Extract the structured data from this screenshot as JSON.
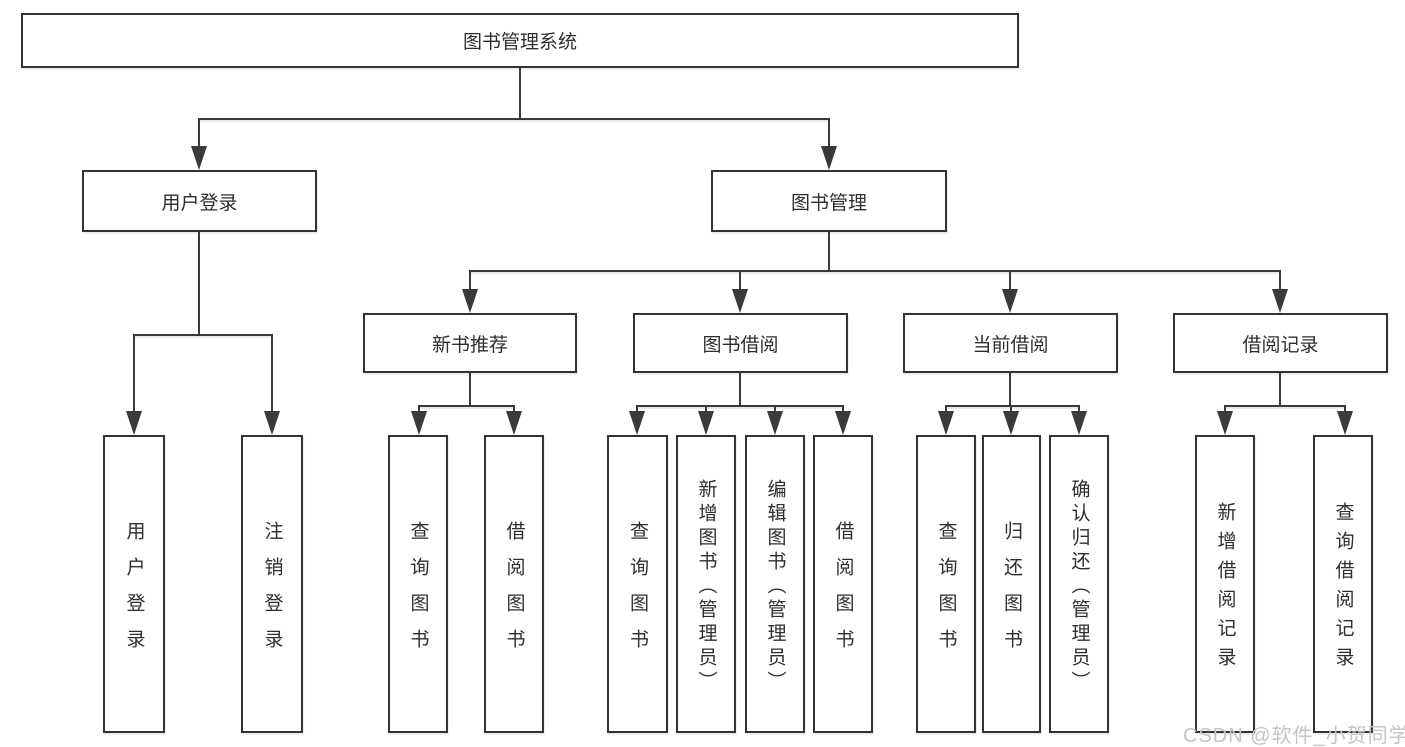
{
  "title": "图书管理系统",
  "watermark": "CSDN @软件_小贺同学",
  "colors": {
    "line": "#3a3a3a",
    "box_border": "#333333",
    "text": "#2e2e2e",
    "watermark": "#c4c4c9",
    "background": "#ffffff"
  },
  "tree": {
    "root": "图书管理系统",
    "branches": [
      {
        "label": "用户登录",
        "leaves": [
          "用户登录",
          "注销登录"
        ]
      },
      {
        "label": "图书管理",
        "groups": [
          {
            "label": "新书推荐",
            "leaves": [
              "查询图书",
              "借阅图书"
            ]
          },
          {
            "label": "图书借阅",
            "leaves": [
              "查询图书",
              "新增图书（管理员）",
              "编辑图书（管理员）",
              "借阅图书"
            ]
          },
          {
            "label": "当前借阅",
            "leaves": [
              "查询图书",
              "归还图书",
              "确认归还（管理员）"
            ]
          },
          {
            "label": "借阅记录",
            "leaves": [
              "新增借阅记录",
              "查询借阅记录"
            ]
          }
        ]
      }
    ]
  }
}
